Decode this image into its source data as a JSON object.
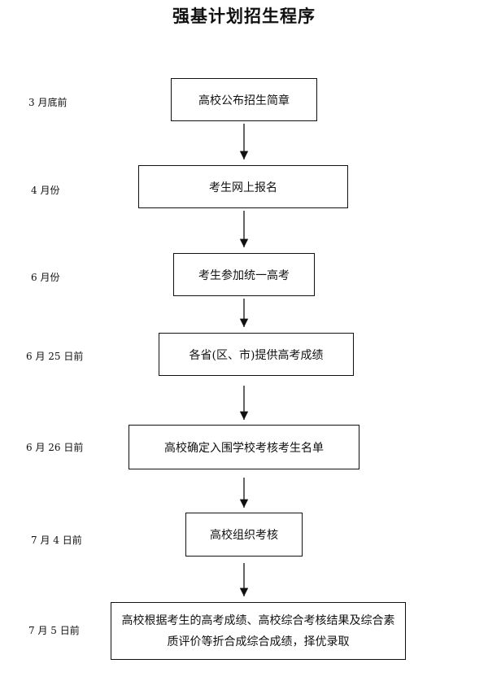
{
  "title": "强基计划招生程序",
  "steps": [
    {
      "date": "3 月底前",
      "text": "高校公布招生简章"
    },
    {
      "date": "4 月份",
      "text": "考生网上报名"
    },
    {
      "date": "6 月份",
      "text": "考生参加统一高考"
    },
    {
      "date": "6 月 25 日前",
      "text": "各省(区、市)提供高考成绩"
    },
    {
      "date": "6 月 26 日前",
      "text": "高校确定入围学校考核考生名单"
    },
    {
      "date": "7 月 4 日前",
      "text": "高校组织考核"
    },
    {
      "date": "7 月 5 日前",
      "text": "高校根据考生的高考成绩、高校综合考核结果及综合素质评价等折合成综合成绩，择优录取"
    }
  ]
}
